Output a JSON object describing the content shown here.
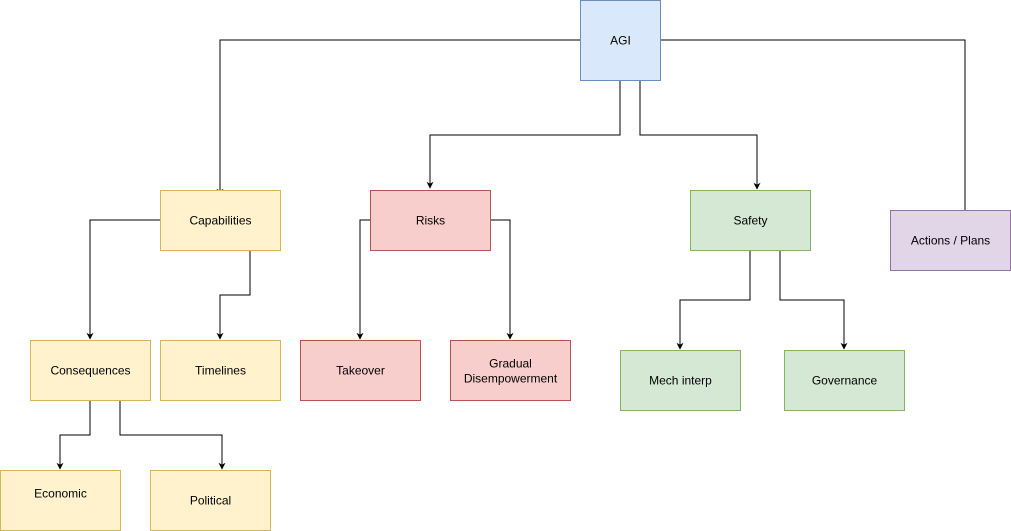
{
  "colors": {
    "blue_fill": "#dae8fc",
    "blue_stroke": "#6c8ebf",
    "yellow_fill": "#fff2cc",
    "yellow_stroke": "#d6b656",
    "red_fill": "#f8cecc",
    "red_stroke": "#b85450",
    "green_fill": "#d5e8d4",
    "green_stroke": "#82b366",
    "purple_fill": "#e1d5e7",
    "purple_stroke": "#9673a6",
    "edge": "#000000"
  },
  "nodes": {
    "agi": {
      "label": "AGI",
      "color": "blue"
    },
    "capabilities": {
      "label": "Capabilities",
      "color": "yellow"
    },
    "risks": {
      "label": "Risks",
      "color": "red"
    },
    "safety": {
      "label": "Safety",
      "color": "green"
    },
    "actions_plans": {
      "label": "Actions / Plans",
      "color": "purple"
    },
    "consequences": {
      "label": "Consequences",
      "color": "yellow"
    },
    "timelines": {
      "label": "Timelines",
      "color": "yellow"
    },
    "takeover": {
      "label": "Takeover",
      "color": "red"
    },
    "gradual_disempowerment": {
      "label_line1": "Gradual",
      "label_line2": "Disempowerment",
      "color": "red"
    },
    "mech_interp": {
      "label": "Mech interp",
      "color": "green"
    },
    "governance": {
      "label": "Governance",
      "color": "green"
    },
    "economic": {
      "label": "Economic",
      "color": "yellow"
    },
    "political": {
      "label": "Political",
      "color": "yellow"
    }
  },
  "edges": [
    {
      "from": "agi",
      "to": "capabilities"
    },
    {
      "from": "agi",
      "to": "risks"
    },
    {
      "from": "agi",
      "to": "safety"
    },
    {
      "from": "agi",
      "to": "actions_plans"
    },
    {
      "from": "capabilities",
      "to": "consequences"
    },
    {
      "from": "capabilities",
      "to": "timelines"
    },
    {
      "from": "risks",
      "to": "takeover"
    },
    {
      "from": "risks",
      "to": "gradual_disempowerment"
    },
    {
      "from": "safety",
      "to": "mech_interp"
    },
    {
      "from": "safety",
      "to": "governance"
    },
    {
      "from": "consequences",
      "to": "economic"
    },
    {
      "from": "consequences",
      "to": "political"
    }
  ]
}
